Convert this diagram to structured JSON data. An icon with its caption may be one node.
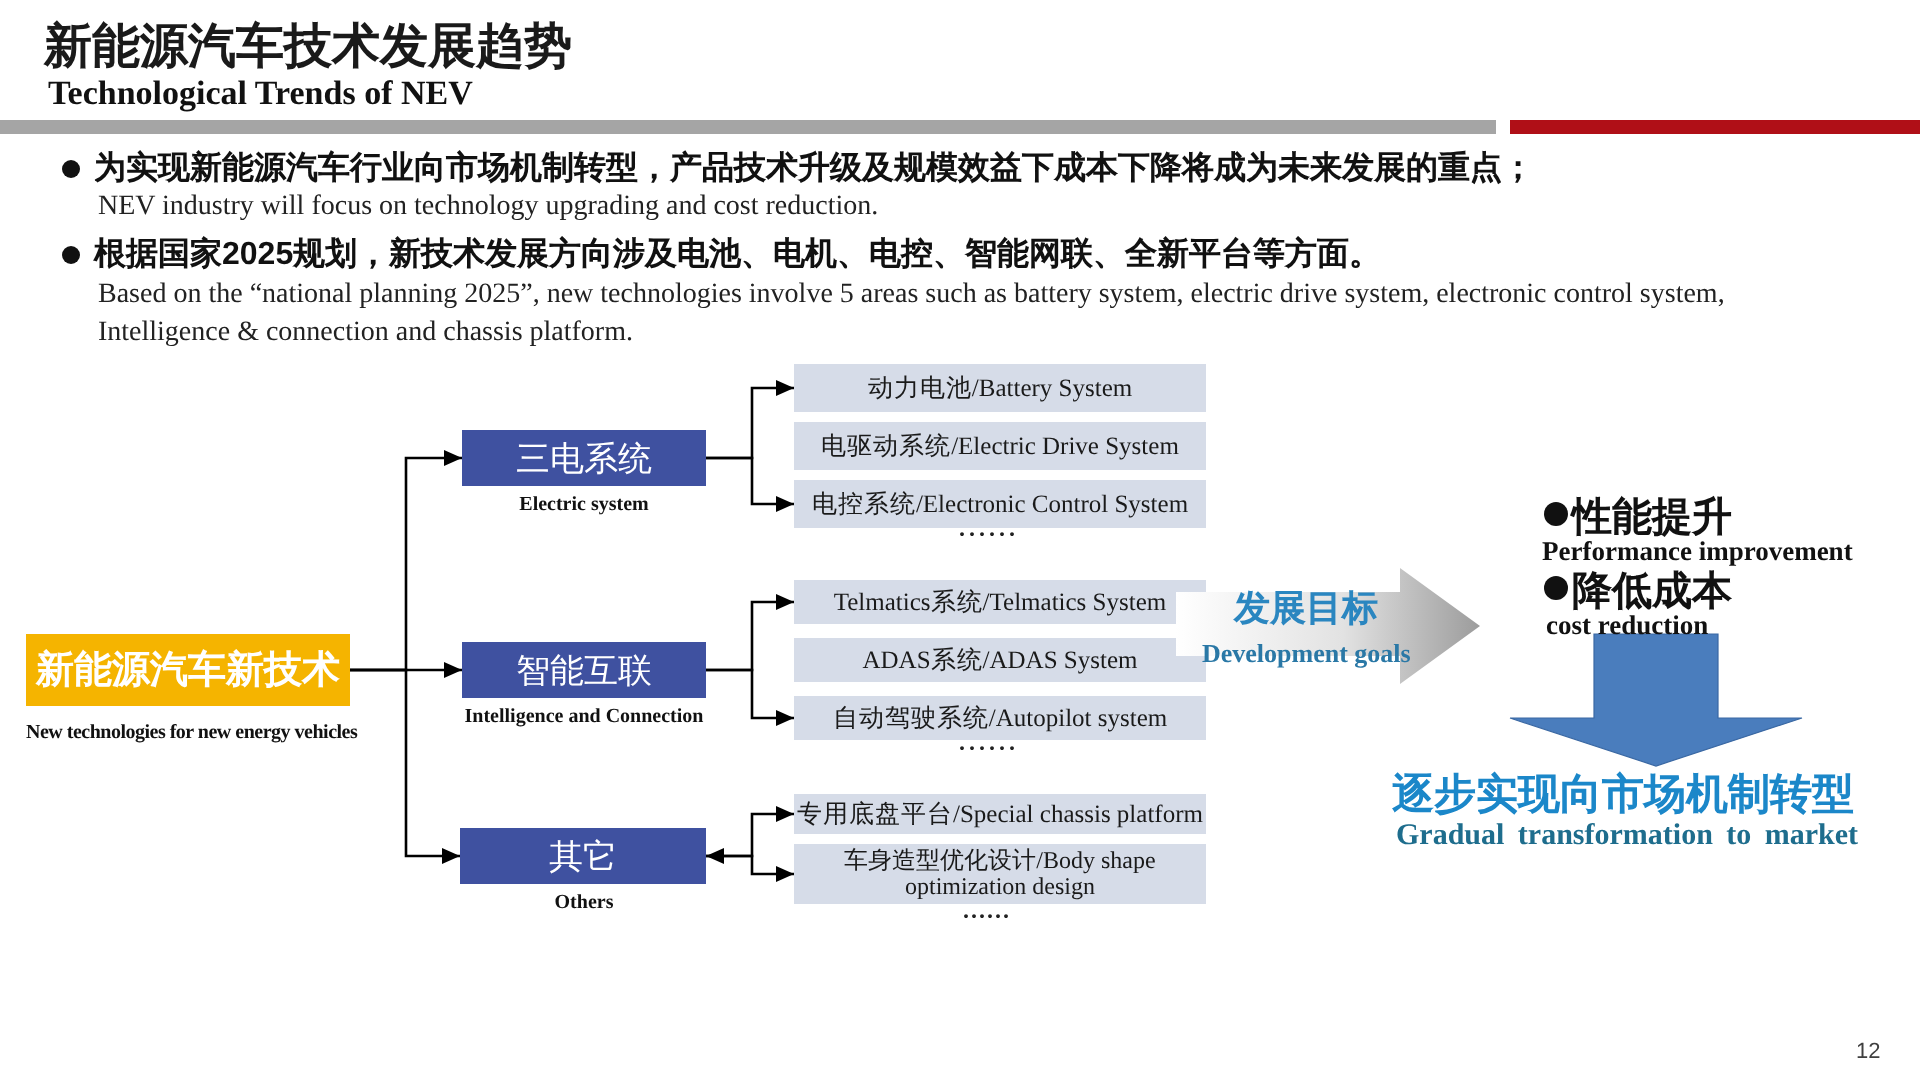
{
  "diagram": {
    "title": "新能源汽车技术发展趋势",
    "nodes": [
      {
        "text": [
          "新能源汽车新技术"
        ],
        "beside": [
          "New technologies for new energy vehicles"
        ]
      },
      {
        "text": [
          "三电系统"
        ],
        "beside": [
          "Electric system"
        ]
      },
      {
        "text": [
          "智能互联"
        ],
        "beside": [
          "Intelligence and Connection"
        ]
      },
      {
        "text": [
          "其它"
        ],
        "beside": [
          "Others"
        ]
      },
      {
        "text": [
          "动力电池/Battery System"
        ]
      },
      {
        "text": [
          "电驱动系统/Electric Drive System"
        ]
      },
      {
        "text": [
          "电控系统/Electronic Control System"
        ]
      },
      {
        "text": [
          "Telmatics系统/Telmatics System"
        ]
      },
      {
        "text": [
          "ADAS系统/ADAS System"
        ]
      },
      {
        "text": [
          "自动驾驶系统/Autopilot system"
        ]
      },
      {
        "text": [
          "专用底盘平台/Special chassis platform"
        ]
      },
      {
        "text": [
          "车身造型优化设计/Body shape optimization design"
        ]
      },
      {
        "text": [
          "发展目标",
          "Development goals"
        ]
      },
      {
        "text": [
          "性能提升",
          "Performance improvement",
          "降低成本",
          "cost reduction"
        ]
      },
      {
        "text": [
          "逐步实现向市场机制转型",
          "Gradual transformation to market"
        ]
      }
    ],
    "edges": [
      {
        "from": 0,
        "to": 1,
        "arrow": "to"
      },
      {
        "from": 0,
        "to": 2,
        "arrow": "to"
      },
      {
        "from": 0,
        "to": 3,
        "arrow": "to"
      },
      {
        "from": 1,
        "to": 4,
        "arrow": "to"
      },
      {
        "from": 1,
        "to": 6,
        "arrow": "to"
      },
      {
        "from": 2,
        "to": 7,
        "arrow": "to"
      },
      {
        "from": 2,
        "to": 9,
        "arrow": "to"
      },
      {
        "from": 3,
        "to": 10,
        "arrow": "both"
      },
      {
        "from": 3,
        "to": 11,
        "arrow": "to"
      },
      {
        "from": 13,
        "to": 14,
        "arrow": "to",
        "style": "thick",
        "color": "#4a7dbd"
      }
    ],
    "labels": [
      "Technological Trends of NEV",
      "为实现新能源汽车行业向市场机制转型，产品技术升级及规模效益下成本下降将成为未来发展的重点；",
      "NEV industry will focus on technology upgrading and cost reduction.",
      "根据国家2025规划，新技术发展方向涉及电池、电机、电控、智能网联、全新平台等方面。",
      "Based on the “national planning 2025”, new technologies involve 5 areas such as battery system, electric drive system, electronic control system, Intelligence & connection and chassis platform.",
      "······",
      "······",
      "······",
      "12"
    ]
  }
}
